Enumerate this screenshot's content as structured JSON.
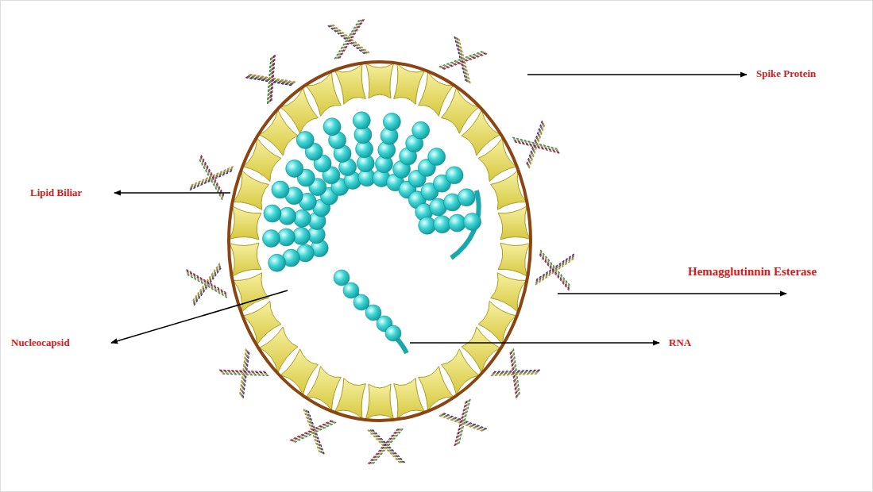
{
  "diagram": {
    "labels": [
      "Spike Protein",
      "Lipid Biliar",
      "Hemagglutinnin Esterase",
      "Nucleocapsid",
      "RNA"
    ]
  }
}
